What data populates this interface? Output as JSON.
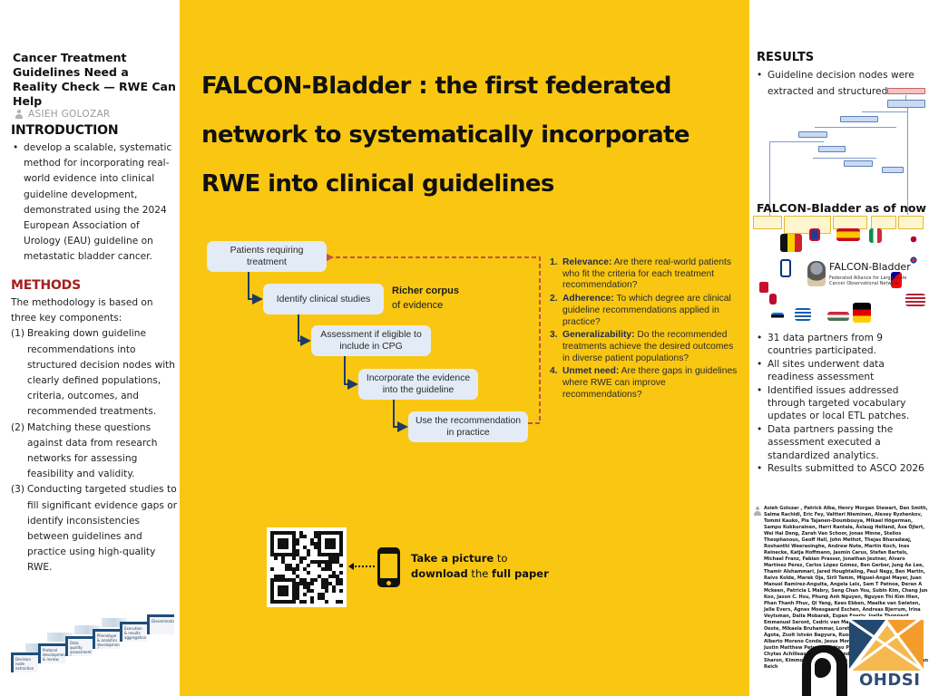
{
  "left": {
    "poster_title": "Cancer Treatment Guidelines Need a Reality Check — RWE Can Help",
    "author": "ASIEH GOLOZAR",
    "introduction": {
      "heading": "INTRODUCTION",
      "bullets": [
        "develop a scalable, systematic method for incorporating real-world evidence into clinical guideline development, demonstrated using the 2024 European Association of Urology (EAU) guideline on metastatic bladder cancer."
      ]
    },
    "methods": {
      "heading": "METHODS",
      "intro": "The methodology is based on three key components:",
      "items": [
        {
          "num": "(1)",
          "text": "Breaking down guideline recommendations into structured decision nodes with clearly defined populations, criteria, outcomes, and recommended treatments."
        },
        {
          "num": "(2)",
          "text": "Matching these questions against data from research networks for assessing feasibility and validity."
        },
        {
          "num": "(3)",
          "text": "Conducting targeted studies to fill significant evidence gaps or identify inconsistencies between guidelines and practice using high-quality RWE."
        }
      ]
    },
    "stairs": [
      "Decision node extraction",
      "Protocol development & review",
      "Data quality assessment & harmonization",
      "Phenotype & analytics development & execution",
      "Execution & results aggregation",
      "Dissemination"
    ]
  },
  "center": {
    "title": "FALCON-Bladder : the first federated network to systematically incorporate RWE into clinical guidelines",
    "flow_steps": [
      "Patients requiring treatment",
      "Identify clinical studies",
      "Assessment if eligible to include in CPG",
      "Incorporate the evidence into the guideline",
      "Use the recommendation in practice"
    ],
    "richer_corpus_bold": "Richer corpus",
    "richer_corpus_rest": "of evidence",
    "questions": [
      {
        "num": "1.",
        "term": "Relevance:",
        "text": " Are there real-world patients who fit the criteria for each treatment recommendation?"
      },
      {
        "num": "2.",
        "term": "Adherence:",
        "text": " To which degree are clinical guideline recommendations applied in practice?"
      },
      {
        "num": "3.",
        "term": "Generalizability:",
        "text": "  Do the recommended treatments achieve the desired outcomes in diverse patient populations?"
      },
      {
        "num": "4.",
        "term": "Unmet need:",
        "text": "  Are there gaps in guidelines where RWE can improve recommendations?"
      }
    ],
    "cta": {
      "take_bold": "Take a picture",
      "take_rest": " to",
      "download_bold": "download",
      "the": " the ",
      "full_bold": "full paper"
    },
    "colors": {
      "panel": "#f9c712",
      "flow_box": "#e3ebf6",
      "loop_arrow": "#c0504d",
      "flow_arrow": "#1f3b63"
    }
  },
  "right": {
    "results_heading": "RESULTS",
    "results_bullets": [
      "Guideline decision nodes were extracted and structured"
    ],
    "falcon_heading": "FALCON-Bladder as of now",
    "map_title": "FALCON-Bladder",
    "map_subtitle": "Federated Alliance for Large-scale Cancer Observational Network",
    "status_bullets": [
      "31 data partners from 9 countries participated.",
      "All sites underwent data readiness assessment",
      "Identified issues addressed through targeted vocabulary updates or local ETL patches.",
      "Data partners passing the assessment executed a standardized analytics.",
      "Results submitted to ASCO 2026"
    ],
    "authors": "Asieh Golozar , Patrick Alba, Henry Morgan Stewart, Dan Smith, Salma Rachidi, Eric Fey, Valtteri Nieminen, Alexey Ryzhenkov, Tommi Kauko, Pia Tajanen-Doumbouya, Mikael Högerman, Sampo Kukkurainen, Harri Rantala, Åslaug Helland, Åsa Öjlert, Wei Hai Deng, Zarah Van Schoor, Jonas Minne, Stelios Theophanous, Geoff Hall, John Methot, Thejas Bharadwaj, Roshanthi Weerasinghe, Andrew Nute, Martin Koch, Ines Reinecke, Katja Hoffmann, Jasmin Carus, Stefan Bartels, Michael Franz, Fabian Prasser, Jonathan Jeutner, Álvaro Martínez Pérez, Carlos López Gómez, Ben Gerber, Jung Ae Lee, Thamir Alshammari, Jared Houghtaling, Paul Nagy, Ben Martin, Raivo Kolde, Marek Oja, Sirli Tamm, Miguel-Angel Mayer, Juan Manuel Ramirez-Anguita, Angela Leis, Sam T Patnoe, Deran A Mckeen, Patricia L Mabry, Seng Chan You, Subin Kim, Chang Jun Koo, Jason C. Hsu, Phung Anh Nguyen, Nguyen Thi Kim Hien, Phan Thanh Phuc, Qi Yang, Kees Ebben, Maaike van Swieten, Jelle Evers, Agnes Moesgaard Eschen, Andreas Bjerrum, Irina Veytsman, Dalia Mobarak, Espen Enerly, Joelle Thonnard, Emmanuel Seront, Cedric van Marcke, Dries Hens, Clara L. Oeste, Mikaela Bruhammar, Loretta Zsuzsa Kiss, Mészáros Ágota, Zsolt István Bagyura, Ruochong Fan, Linying Zhang , Alberto Moreno Conde, Jesus Moreno Conde, Tomoni Kimura, Justin Matthew Petucci, Matteo Ponturi, Pantelis Natsiavas, Chytas Achilleas, Rekkas Alexandros, Farmaki Anastasia, Elad Sharon, Kimmo Porkka, Annelies Verbiest, Otto Ettala, Christian Reich",
    "ohdsi_label": "OHDSI"
  }
}
